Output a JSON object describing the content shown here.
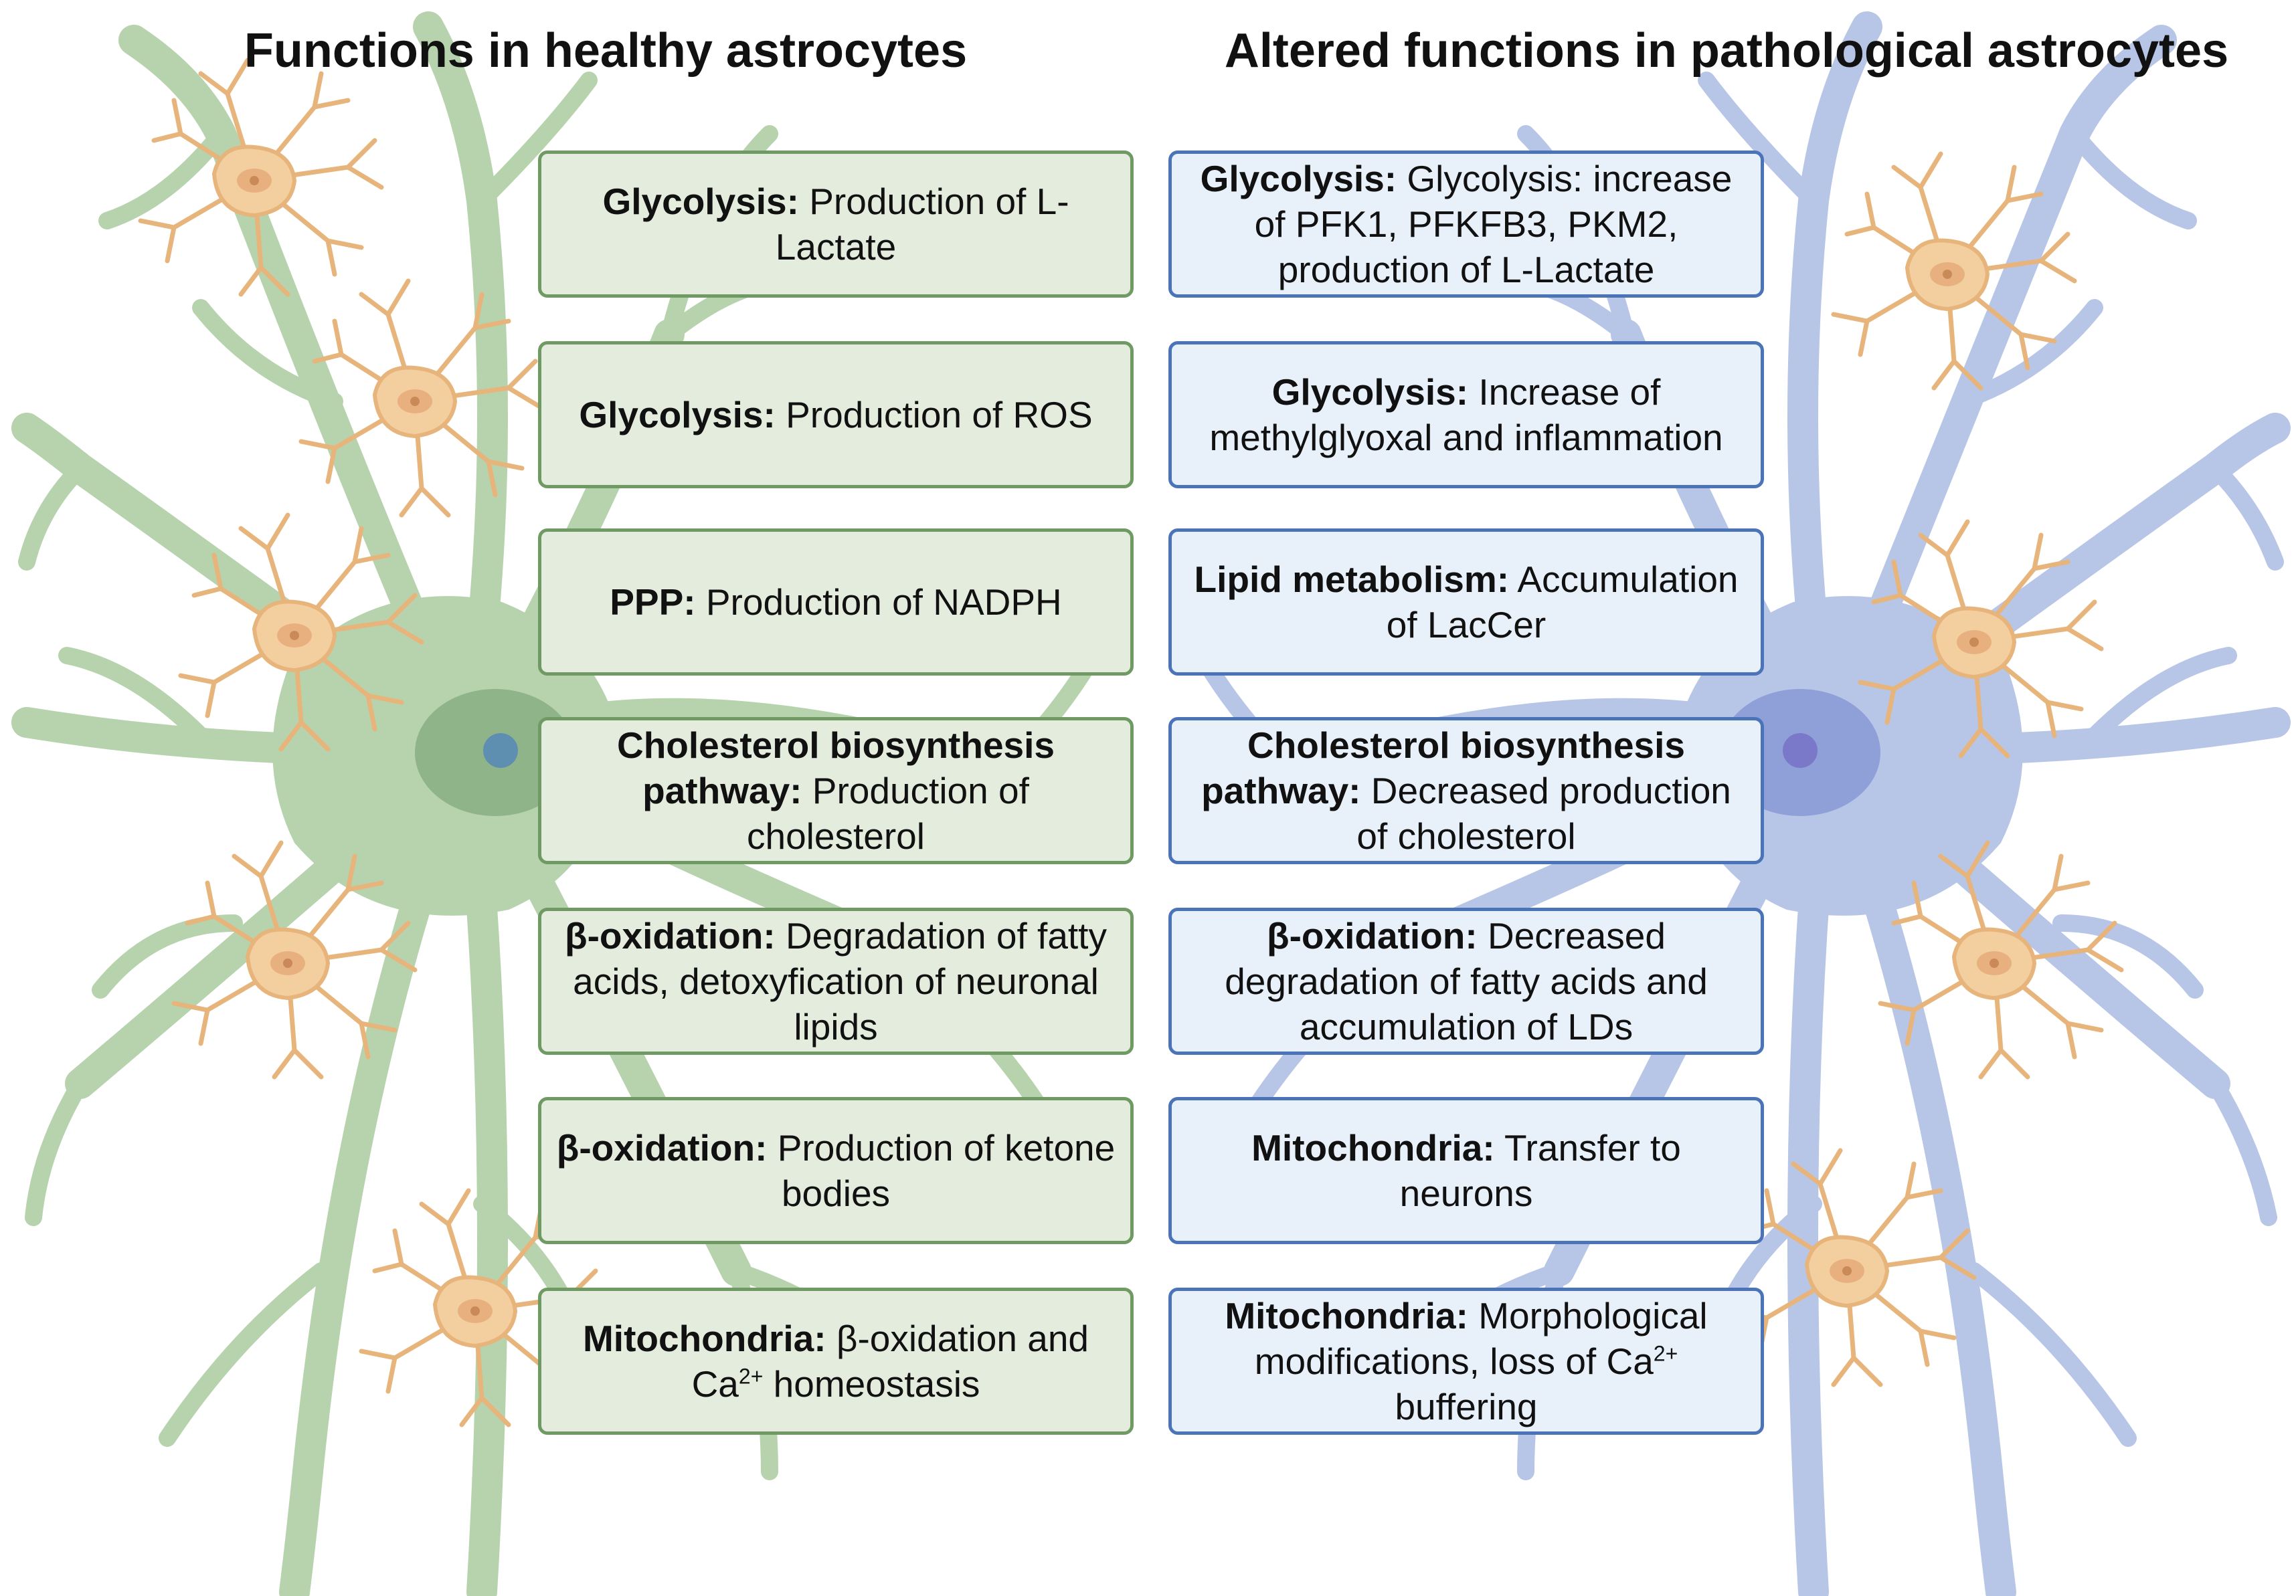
{
  "headings": {
    "left": "Functions in healthy astrocytes",
    "right": "Altered functions in pathological astrocytes"
  },
  "colors": {
    "healthy_cell": "#b7d3ad",
    "healthy_box_fill": "#e3ecdd",
    "healthy_box_border": "#6f9a63",
    "pathological_cell": "#b7c6e6",
    "pathological_box_fill": "#e8f0fa",
    "pathological_box_border": "#4a73b8",
    "small_cell": "#f3cfa0"
  },
  "healthy": [
    {
      "term": "Glycolysis:",
      "text": "Production of L-Lactate"
    },
    {
      "term": "Glycolysis:",
      "text": "Production of ROS"
    },
    {
      "term": "PPP:",
      "text": "Production of NADPH"
    },
    {
      "term": "Cholesterol biosynthesis pathway:",
      "text": "Production of cholesterol"
    },
    {
      "term": "β-oxidation:",
      "text": "Degradation of fatty acids, detoxyfication of neuronal lipids"
    },
    {
      "term": "β-oxidation:",
      "text": "Production of ketone bodies"
    },
    {
      "term": "Mitochondria:",
      "text": "β-oxidation and Ca",
      "sup": "2+",
      "text2": "homeostasis"
    }
  ],
  "pathological": [
    {
      "term": "Glycolysis:",
      "text": "Glycolysis: increase of PFK1, PFKFB3, PKM2, production of L-Lactate"
    },
    {
      "term": "Glycolysis:",
      "text": "Increase of methylglyoxal and inflammation"
    },
    {
      "term": "Lipid metabolism:",
      "text": "Accumulation of LacCer"
    },
    {
      "term": "Cholesterol biosynthesis pathway:",
      "text": "Decreased production of cholesterol"
    },
    {
      "term": "β-oxidation:",
      "text": "Decreased degradation of fatty acids and accumulation of LDs"
    },
    {
      "term": "Mitochondria:",
      "text": "Transfer to neurons"
    },
    {
      "term": "Mitochondria:",
      "text": "Morphological modifications, loss of Ca",
      "sup": "2+",
      "text2": "buffering"
    }
  ]
}
